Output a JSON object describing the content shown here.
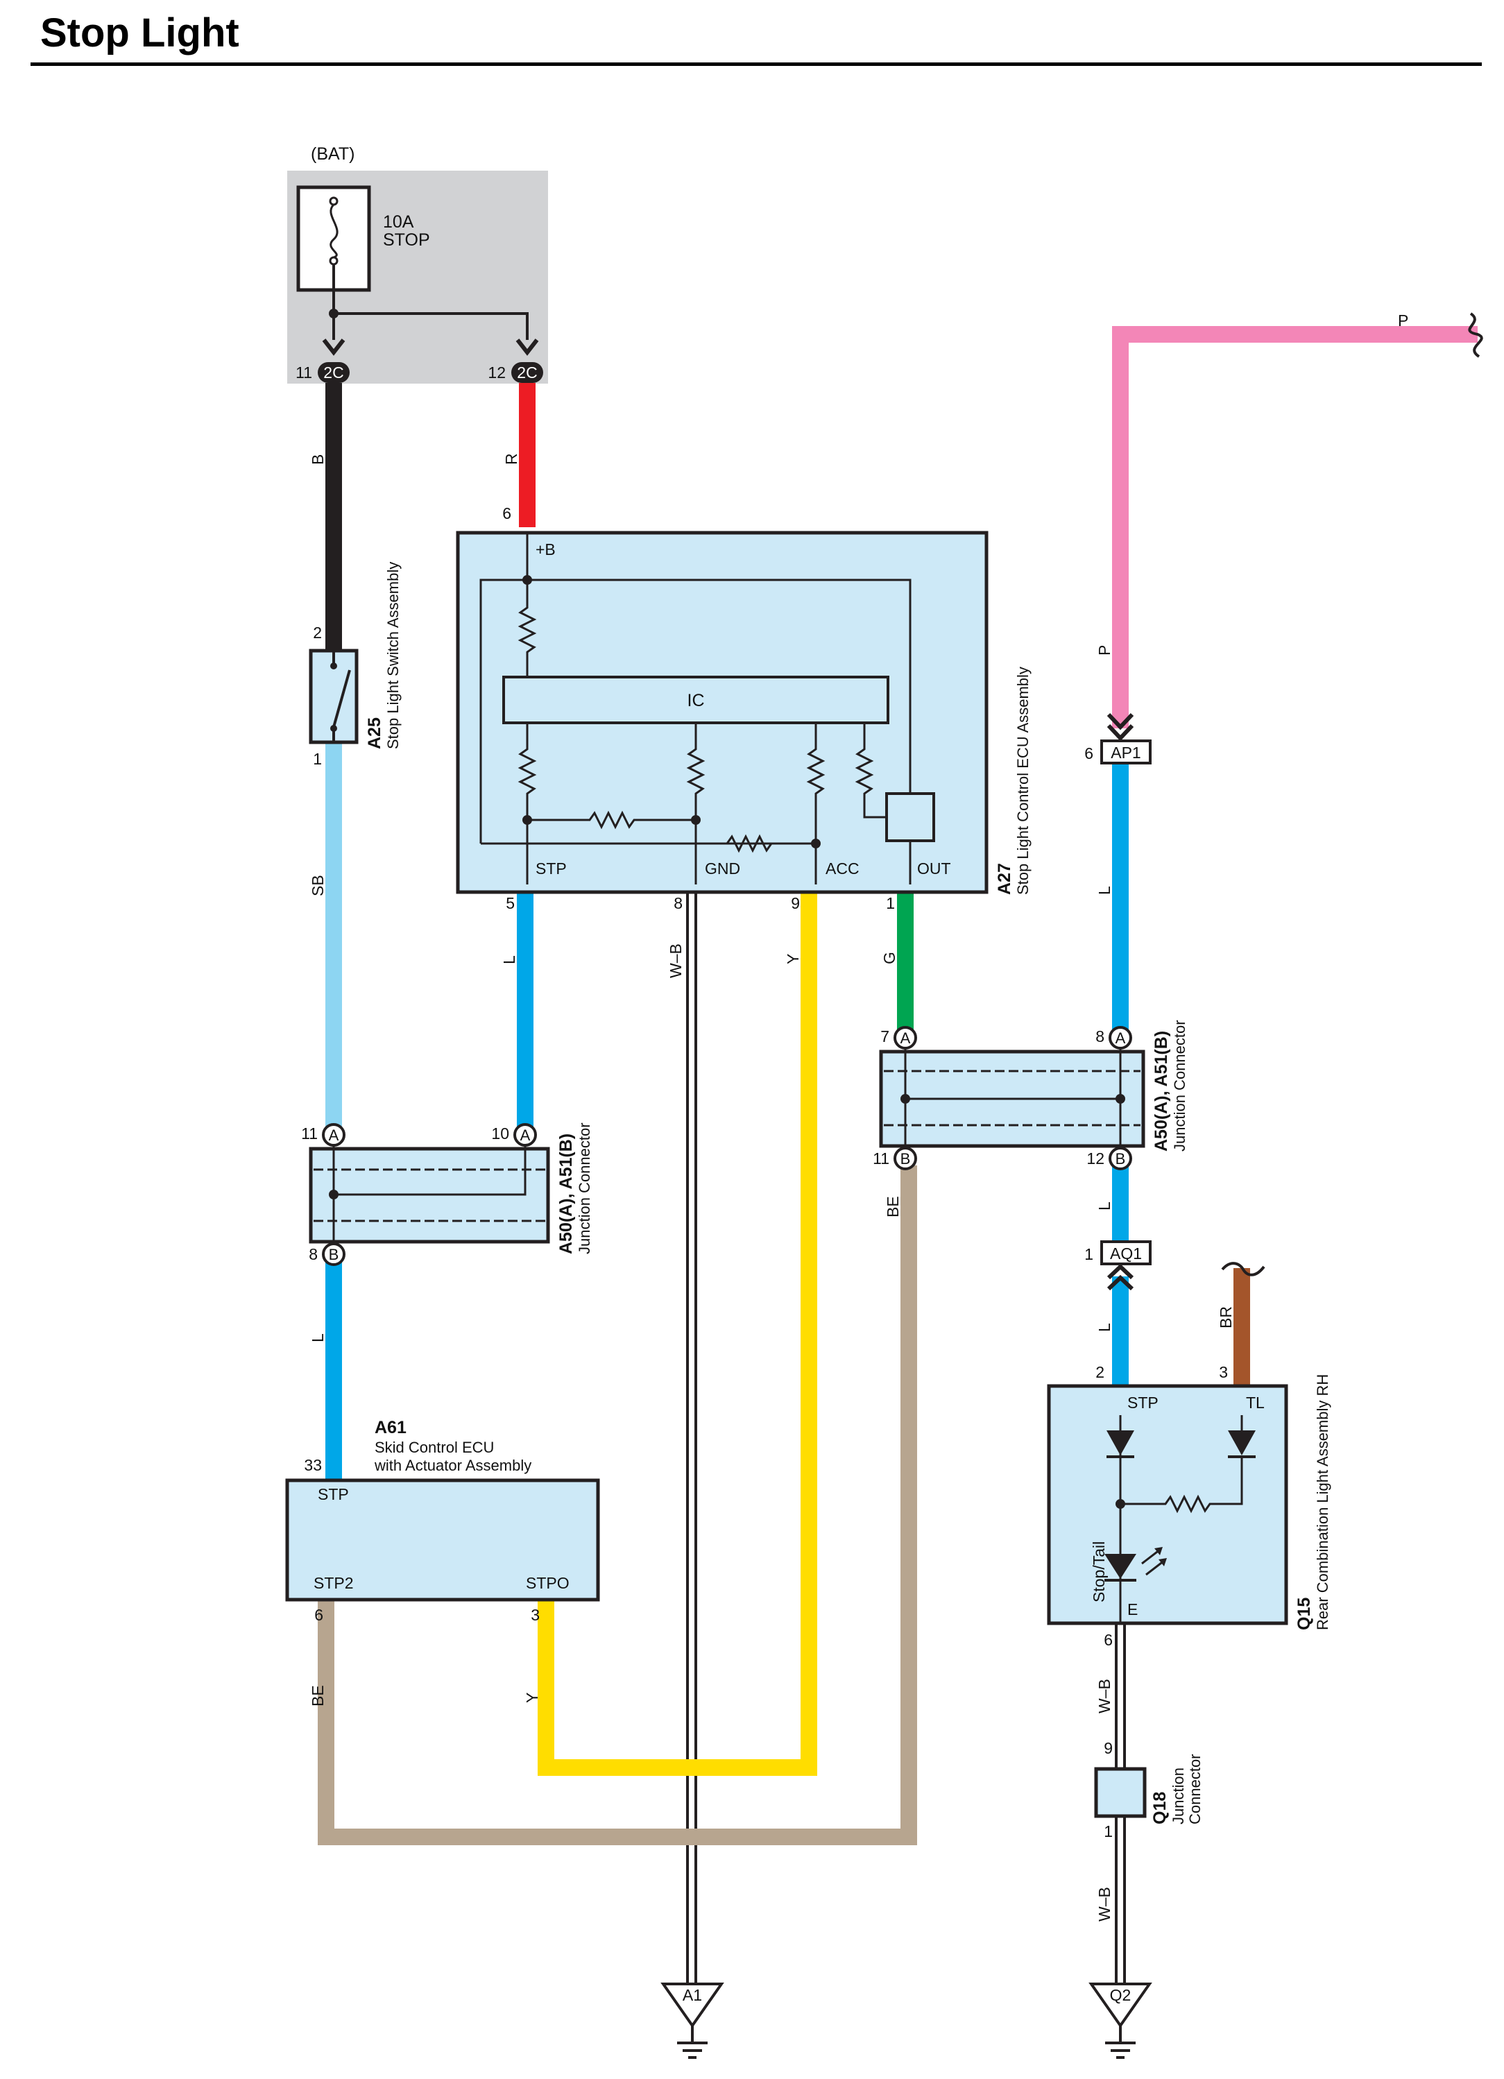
{
  "title": "Stop Light",
  "colors": {
    "B": "#231f20",
    "R": "#ed1c24",
    "SB": "#8dd5f2",
    "L": "#00a7e8",
    "Y": "#ffdd00",
    "G": "#00a551",
    "P": "#f386b7",
    "BE": "#b7a58f",
    "BR": "#a4552b",
    "W-B": "#ffffff",
    "component_fill": "#cde9f7",
    "junction_fill": "#d1d2d4"
  },
  "junction_block": {
    "source": "(BAT)",
    "fuse_amp": "10A",
    "fuse_name": "STOP",
    "pin_left": "11",
    "pin_right": "12",
    "connector": "2C"
  },
  "wire_codes": {
    "b": "B",
    "r": "R",
    "sb": "SB",
    "l": "L",
    "wb": "W–B",
    "y": "Y",
    "g": "G",
    "p": "P",
    "be": "BE",
    "br": "BR"
  },
  "components": {
    "a25": {
      "code": "A25",
      "name": "Stop Light Switch Assembly",
      "pin_top": "2",
      "pin_bottom": "1"
    },
    "a27": {
      "code": "A27",
      "name": "Stop Light Control ECU Assembly",
      "pin_b": "6",
      "label_b": "+B",
      "ic": "IC",
      "pins": [
        {
          "num": "5",
          "label": "STP"
        },
        {
          "num": "8",
          "label": "GND"
        },
        {
          "num": "9",
          "label": "ACC"
        },
        {
          "num": "1",
          "label": "OUT"
        }
      ]
    },
    "jc_left": {
      "code": "A50(A), A51(B)",
      "name": "Junction Connector",
      "pin_a1": "11",
      "pin_a2": "10",
      "pin_b": "8",
      "letter_a": "A",
      "letter_b": "B"
    },
    "jc_right": {
      "code": "A50(A), A51(B)",
      "name": "Junction Connector",
      "pin_a1": "7",
      "pin_a2": "8",
      "pin_b1": "11",
      "pin_b2": "12",
      "letter_a": "A",
      "letter_b": "B"
    },
    "a61": {
      "code": "A61",
      "name_line1": "Skid Control ECU",
      "name_line2": "with Actuator Assembly",
      "pin_stp": "33",
      "label_stp": "STP",
      "pin_stp2": "6",
      "label_stp2": "STP2",
      "pin_stpo": "3",
      "label_stpo": "STPO"
    },
    "q15": {
      "code": "Q15",
      "name": "Rear Combination Light Assembly RH",
      "pin_stp": "2",
      "label_stp": "STP",
      "pin_tl": "3",
      "label_tl": "TL",
      "label_lamp": "Stop/Tail",
      "pin_e": "6",
      "label_e": "E"
    },
    "q18": {
      "code": "Q18",
      "name_line1": "Junction",
      "name_line2": "Connector",
      "pin_top": "9",
      "pin_bottom": "1"
    }
  },
  "connectors": {
    "ap1": {
      "code": "AP1",
      "pin": "6"
    },
    "aq1": {
      "code": "AQ1",
      "pin": "1"
    }
  },
  "grounds": {
    "a1": "A1",
    "q2": "Q2"
  }
}
